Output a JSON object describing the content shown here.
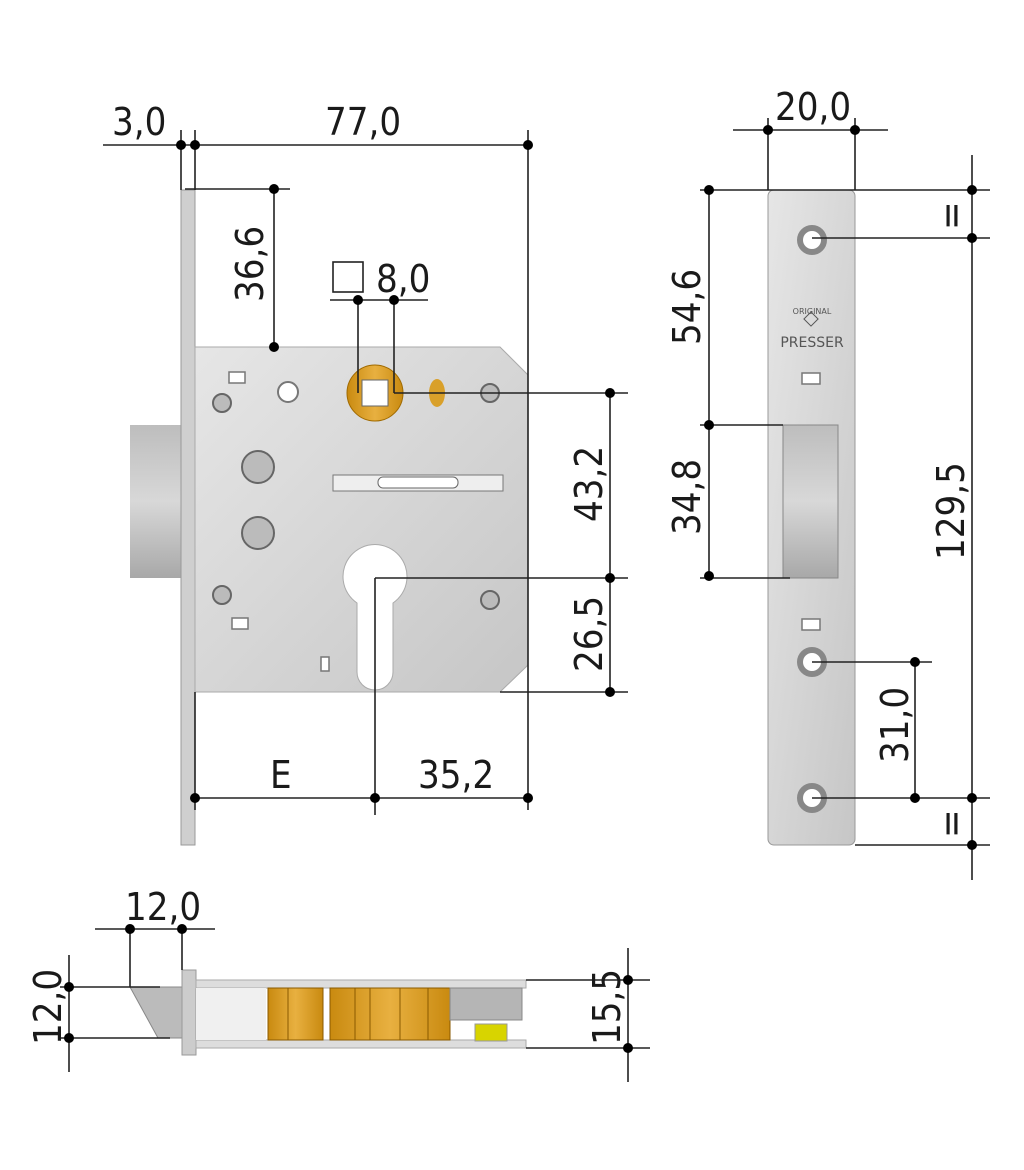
{
  "title": "Mortise lock dimension drawing",
  "front_view": {
    "faceplate_thickness": "3,0",
    "body_depth": "77,0",
    "follower_offset": "36,6",
    "spindle_square": "8,0",
    "spindle_to_cylinder": "43,2",
    "cylinder_to_bottom": "26,5",
    "backset_label": "E",
    "cylinder_to_back": "35,2"
  },
  "strike_plate": {
    "width": "20,0",
    "top_to_bolt": "54,6",
    "bolt_height": "34,8",
    "hole_spacing": "129,5",
    "lower_hole_spacing": "31,0",
    "equal_top": "=",
    "equal_bottom": "=",
    "logo_top": "ORIGINAL",
    "logo_bottom": "PRESSER"
  },
  "side_view": {
    "bolt_projection": "12,0",
    "bolt_height": "12,0",
    "body_thickness": "15,5"
  },
  "colors": {
    "steel": "#d4d4d4",
    "brass": "#d9a02a",
    "yellow": "#d8d400"
  }
}
